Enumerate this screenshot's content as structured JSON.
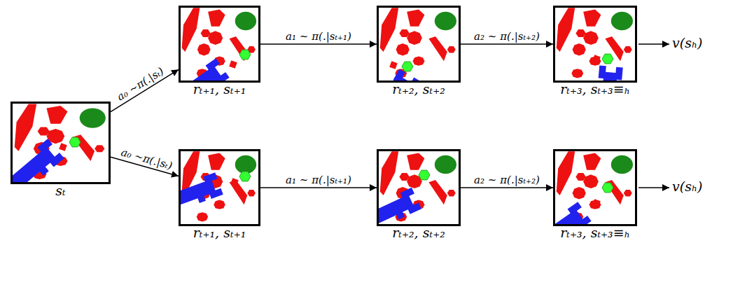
{
  "diagram": {
    "nodes": [
      {
        "text": [
          "sₜ"
        ]
      },
      {
        "text": [
          "rₜ₊₁, sₜ₊₁"
        ]
      },
      {
        "text": [
          "rₜ₊₂, sₜ₊₂"
        ]
      },
      {
        "text": [
          "rₜ₊₃, sₜ₊₃≡ₕ"
        ]
      },
      {
        "text": [
          "rₜ₊₁, sₜ₊₁"
        ]
      },
      {
        "text": [
          "rₜ₊₂, sₜ₊₂"
        ]
      },
      {
        "text": [
          "rₜ₊₃, sₜ₊₃≡ₕ"
        ]
      }
    ],
    "edges": [
      {
        "from": 0,
        "to": 1,
        "arrow": "to",
        "label": "a₀ ~π(.|sₜ)"
      },
      {
        "from": 1,
        "to": 2,
        "arrow": "to",
        "label": "a₁ ~ π(.|sₜ₊₁)"
      },
      {
        "from": 2,
        "to": 3,
        "arrow": "to",
        "label": "a₂ ~ π(.|sₜ₊₂)"
      },
      {
        "from": 0,
        "to": 4,
        "arrow": "to",
        "label": "a₀ ~π(.|sₜ)"
      },
      {
        "from": 4,
        "to": 5,
        "arrow": "to",
        "label": "a₁ ~ π(.|sₜ₊₁)"
      },
      {
        "from": 5,
        "to": 6,
        "arrow": "to",
        "label": "a₂ ~ π(.|sₜ₊₂)"
      }
    ],
    "labels": [
      "v(sₕ)",
      "v(sₕ)"
    ]
  }
}
